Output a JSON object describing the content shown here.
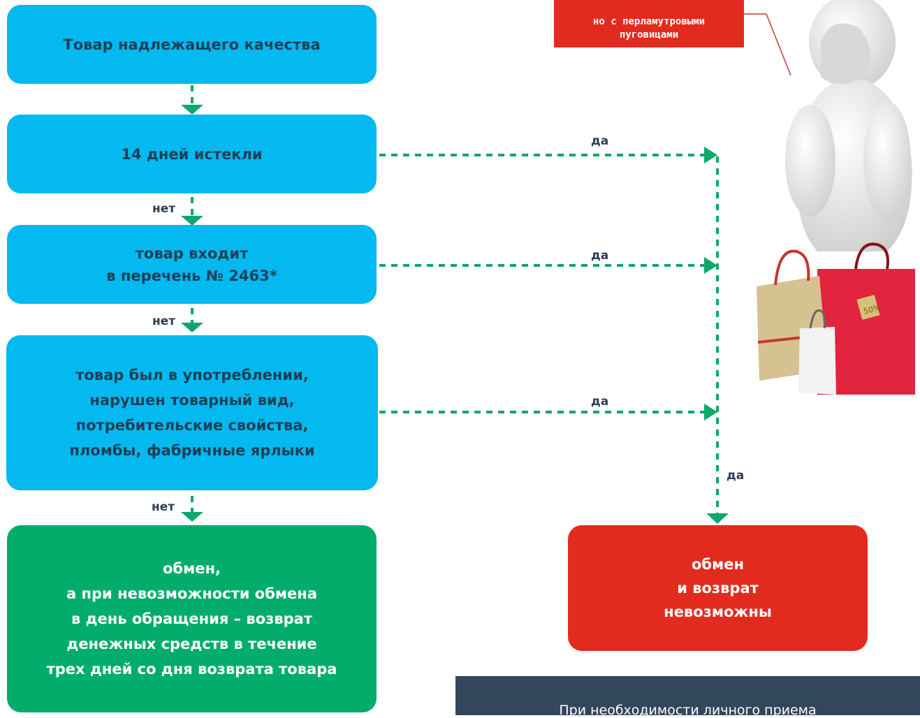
{
  "flow": {
    "step1": "Товар надлежащего качества",
    "step2": "14 дней истекли",
    "step3_line1": "товар входит",
    "step3_line2": "в перечень № 2463*",
    "step4_line1": "товар был в употреблении,",
    "step4_line2": "нарушен товарный вид,",
    "step4_line3": "потребительские свойства,",
    "step4_line4": "пломбы, фабричные ярлыки",
    "result_yes": {
      "line1": "обмен,",
      "line2": "а при невозможности обмена",
      "line3": "в день обращения – возврат",
      "line4": "денежных средств в течение",
      "line5": "трех дней со дня возврата товара"
    },
    "result_no": {
      "line1": "обмен",
      "line2": "и возврат",
      "line3": "невозможны"
    }
  },
  "labels": {
    "yes": "да",
    "no": "нет"
  },
  "callout": {
    "line1": "но с перламутровыми",
    "line2": "пуговицами"
  },
  "footer": {
    "text": "При необходимости личного приема"
  },
  "illustration": {
    "bag_tag": "50%"
  },
  "colors": {
    "blue": "#03b9f0",
    "green": "#02ad6c",
    "red": "#e22b1f",
    "arrow": "#0fa86a",
    "footer": "#33475b"
  }
}
